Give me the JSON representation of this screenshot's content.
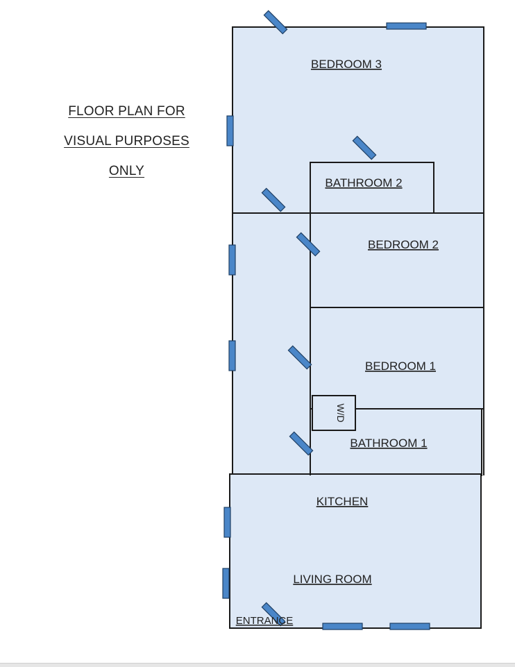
{
  "note_lines": [
    "FLOOR PLAN FOR",
    "VISUAL PURPOSES",
    "ONLY"
  ],
  "rooms": {
    "bedroom3": "BEDROOM 3",
    "bathroom2": "BATHROOM 2",
    "bedroom2": "BEDROOM 2",
    "bedroom1": "BEDROOM 1",
    "wd": "W/D",
    "bathroom1": "BATHROOM 1",
    "kitchen": "KITCHEN",
    "living_room": "LIVING ROOM",
    "entrance": "ENTRANCE"
  },
  "colors": {
    "room_fill": "#dde8f6",
    "wall": "#1a1a1a",
    "window": "#4a86c8"
  }
}
